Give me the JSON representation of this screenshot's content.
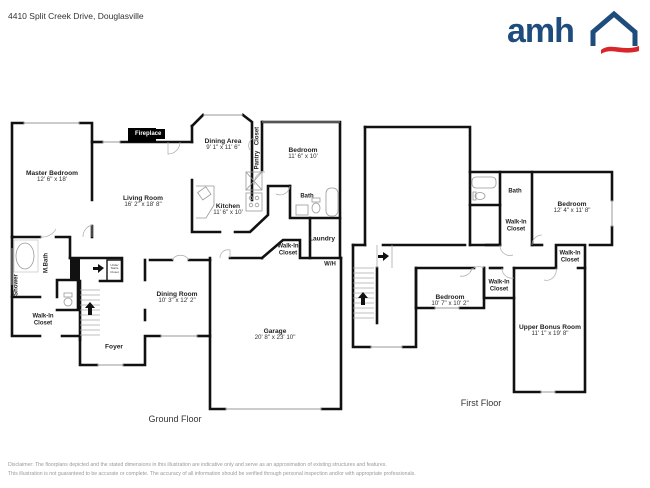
{
  "header": {
    "address": "4410 Split Creek Drive, Douglasville"
  },
  "logo": {
    "text": "amh",
    "brand_color": "#1e4c7c",
    "accent_color": "#d9262b",
    "icon": "house-roof-icon"
  },
  "ground_floor": {
    "title": "Ground Floor",
    "fireplace_label": "Fireplace",
    "wh_label": "W/H",
    "under_stairs_label": "Under Stairs Closet",
    "rooms": [
      {
        "name": "Master Bedroom",
        "dims": "12' 6\" x 18'"
      },
      {
        "name": "Living Room",
        "dims": "16' 2\" x 18' 8\""
      },
      {
        "name": "Dining Area",
        "dims": "9' 1\" x 11' 6\""
      },
      {
        "name": "Kitchen",
        "dims": "11' 6\" x 10'"
      },
      {
        "name": "Bedroom",
        "dims": "11' 6\" x 10'"
      },
      {
        "name": "Bath",
        "dims": ""
      },
      {
        "name": "Laundry",
        "dims": ""
      },
      {
        "name": "Walk-In Closet",
        "dims": ""
      },
      {
        "name": "Closet",
        "dims": ""
      },
      {
        "name": "Pantry",
        "dims": ""
      },
      {
        "name": "M.Bath",
        "dims": ""
      },
      {
        "name": "Shower",
        "dims": ""
      },
      {
        "name": "Walk-In Closet",
        "dims": ""
      },
      {
        "name": "Dining Room",
        "dims": "10' 3\" x 12' 2\""
      },
      {
        "name": "Foyer",
        "dims": ""
      },
      {
        "name": "Garage",
        "dims": "20' 8\" x 23' 10\""
      }
    ]
  },
  "first_floor": {
    "title": "First Floor",
    "rooms": [
      {
        "name": "Bath",
        "dims": ""
      },
      {
        "name": "Bedroom",
        "dims": "12' 4\" x 11' 8\""
      },
      {
        "name": "Walk-In Closet",
        "dims": ""
      },
      {
        "name": "Walk-In Closet",
        "dims": ""
      },
      {
        "name": "Bedroom",
        "dims": "10' 7\" x 10' 2\""
      },
      {
        "name": "Walk-In Closet",
        "dims": ""
      },
      {
        "name": "Upper Bonus Room",
        "dims": "11' 1\" x 19' 8\""
      }
    ]
  },
  "disclaimer": {
    "line1": "Disclaimer: The floorplans depicted and the stated dimensions in this illustration are indicative only and serve as an approximation of existing structures and features.",
    "line2": "This illustration is not guaranteed to be accurate or complete. The accuracy of all information should be verified through personal inspection and/or with appropriate professionals."
  }
}
